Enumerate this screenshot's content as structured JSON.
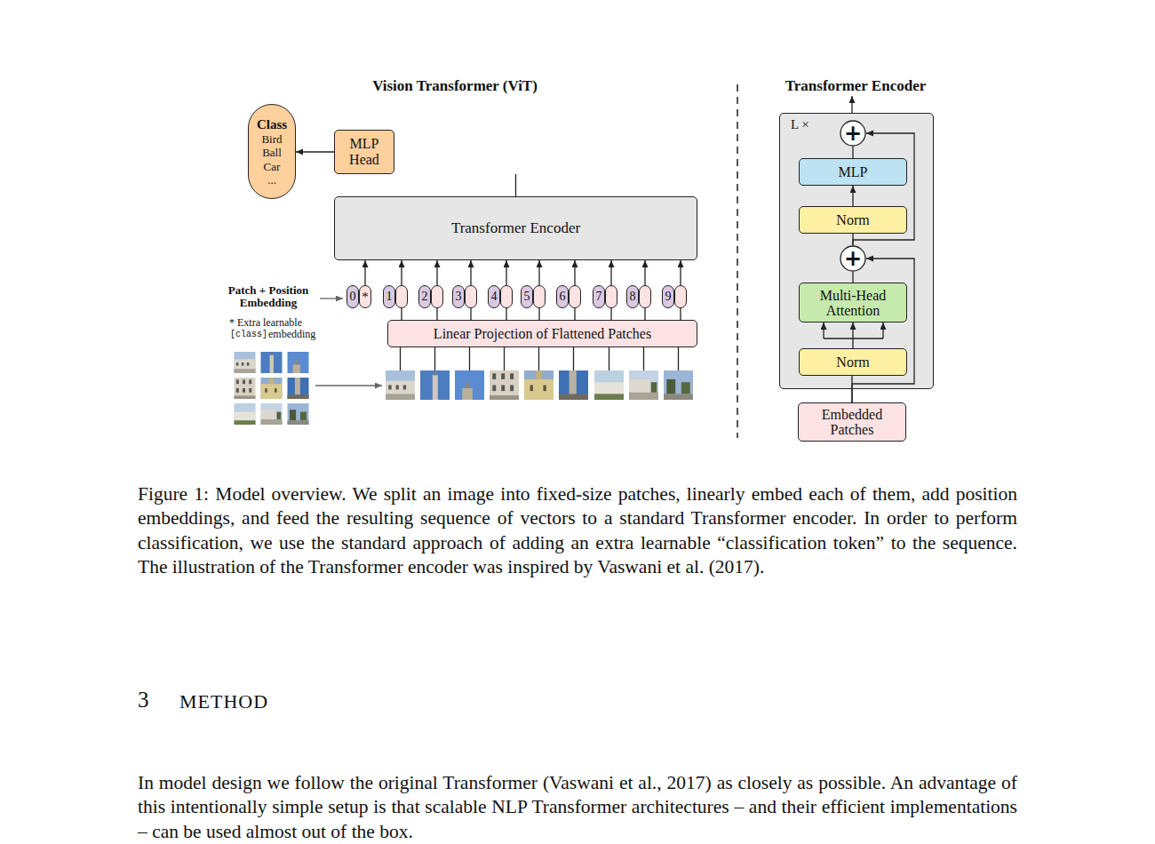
{
  "diagram": {
    "caption": "Figure 1: Model overview. We split an image into fixed-size patches, linearly embed each of them, add position embeddings, and feed the resulting sequence of vectors to a standard Transformer encoder. In order to perform classification, we use the standard approach of adding an extra learnable “classification token” to the sequence. The illustration of the Transformer encoder was inspired by Vaswani et al. (2017).",
    "nodes": [
      {
        "text": [
          "Class",
          "Bird Ball Car ..."
        ]
      },
      {
        "text": [
          "MLP Head"
        ]
      },
      {
        "text": [
          "Transformer Encoder"
        ]
      },
      {
        "text": [
          "0",
          "*"
        ]
      },
      {
        "text": [
          "1"
        ]
      },
      {
        "text": [
          "2"
        ]
      },
      {
        "text": [
          "3"
        ]
      },
      {
        "text": [
          "4"
        ]
      },
      {
        "text": [
          "5"
        ]
      },
      {
        "text": [
          "6"
        ]
      },
      {
        "text": [
          "7"
        ]
      },
      {
        "text": [
          "8"
        ]
      },
      {
        "text": [
          "9"
        ]
      },
      {
        "text": [
          "Linear Projection of Flattened Patches"
        ]
      },
      {
        "text": [
          "L ×"
        ]
      },
      {
        "text": [
          "+"
        ],
        "in": 14
      },
      {
        "text": [
          "MLP"
        ],
        "in": 14
      },
      {
        "text": [
          "Norm"
        ],
        "in": 14
      },
      {
        "text": [
          "+"
        ],
        "in": 14
      },
      {
        "text": [
          "Multi-Head Attention"
        ],
        "in": 14
      },
      {
        "text": [
          "Norm"
        ],
        "in": 14
      },
      {
        "text": [
          "Embedded Patches"
        ]
      }
    ],
    "edges": [
      {
        "from": 1,
        "to": 0,
        "arrow": "to"
      },
      {
        "from": 2,
        "to": 1,
        "arrow": "none"
      },
      {
        "from": 3,
        "to": 2,
        "arrow": "to"
      },
      {
        "from": 4,
        "to": 2,
        "arrow": "to"
      },
      {
        "from": 5,
        "to": 2,
        "arrow": "to"
      },
      {
        "from": 6,
        "to": 2,
        "arrow": "to"
      },
      {
        "from": 7,
        "to": 2,
        "arrow": "to"
      },
      {
        "from": 8,
        "to": 2,
        "arrow": "to"
      },
      {
        "from": 9,
        "to": 2,
        "arrow": "to"
      },
      {
        "from": 10,
        "to": 2,
        "arrow": "to"
      },
      {
        "from": 11,
        "to": 2,
        "arrow": "to"
      },
      {
        "from": 12,
        "to": 2,
        "arrow": "to"
      },
      {
        "from": 13,
        "to": 4,
        "arrow": "none"
      },
      {
        "from": 13,
        "to": 5,
        "arrow": "none"
      },
      {
        "from": 13,
        "to": 6,
        "arrow": "none"
      },
      {
        "from": 13,
        "to": 7,
        "arrow": "none"
      },
      {
        "from": 13,
        "to": 8,
        "arrow": "none"
      },
      {
        "from": 13,
        "to": 9,
        "arrow": "none"
      },
      {
        "from": 13,
        "to": 10,
        "arrow": "none"
      },
      {
        "from": 13,
        "to": 11,
        "arrow": "none"
      },
      {
        "from": 13,
        "to": 12,
        "arrow": "none"
      },
      {
        "from": 21,
        "to": 20,
        "arrow": "none"
      },
      {
        "from": 20,
        "to": 19,
        "arrow": "to"
      },
      {
        "from": 19,
        "to": 18,
        "arrow": "none"
      },
      {
        "from": 21,
        "to": 18,
        "arrow": "to"
      },
      {
        "from": 18,
        "to": 17,
        "arrow": "none"
      },
      {
        "from": 17,
        "to": 16,
        "arrow": "to"
      },
      {
        "from": 16,
        "to": 15,
        "arrow": "none"
      },
      {
        "from": 18,
        "to": 15,
        "arrow": "to"
      }
    ],
    "labels": [
      "Vision Transformer (ViT)",
      "Patch + Position Embedding",
      "* Extra learnable",
      "[class]",
      "embedding",
      "Transformer Encoder",
      "3",
      "METHOD",
      "In model design we follow the original Transformer (Vaswani et al., 2017) as closely as possible. An advantage of this intentionally simple setup is that scalable NLP Transformer architectures – and their efficient implementations – can be used almost out of the box."
    ]
  }
}
